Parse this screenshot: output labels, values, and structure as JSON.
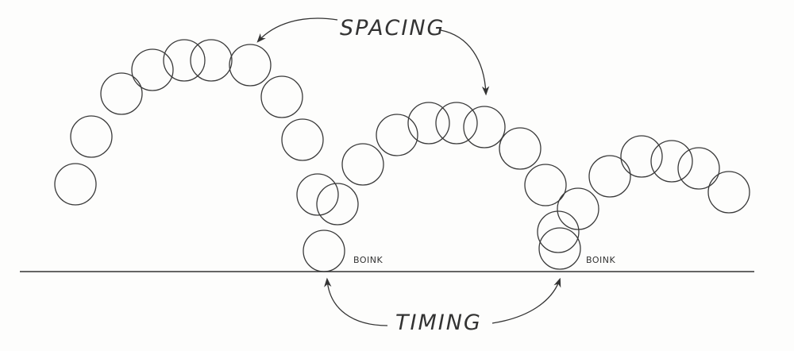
{
  "labels": {
    "spacing": "SPACING",
    "timing": "TIMING",
    "impact_1": "BOINK",
    "impact_2": "BOINK"
  },
  "colors": {
    "ink": "#3a3a3a",
    "paper": "#fdfdfc"
  }
}
